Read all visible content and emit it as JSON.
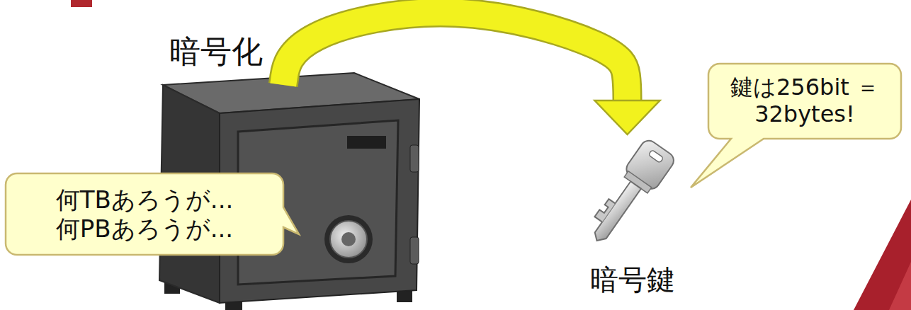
{
  "diagram": {
    "nodes": [
      {
        "text": [
          "暗号化"
        ]
      },
      {
        "text": [
          "何TBあろうが... 何PBあろうが..."
        ]
      },
      {
        "text": [
          "暗号鍵"
        ]
      },
      {
        "text": [
          "鍵は256bit ＝32bytes!"
        ]
      }
    ],
    "edges": [
      {
        "from": 0,
        "to": 2,
        "arrow": "to"
      }
    ]
  }
}
